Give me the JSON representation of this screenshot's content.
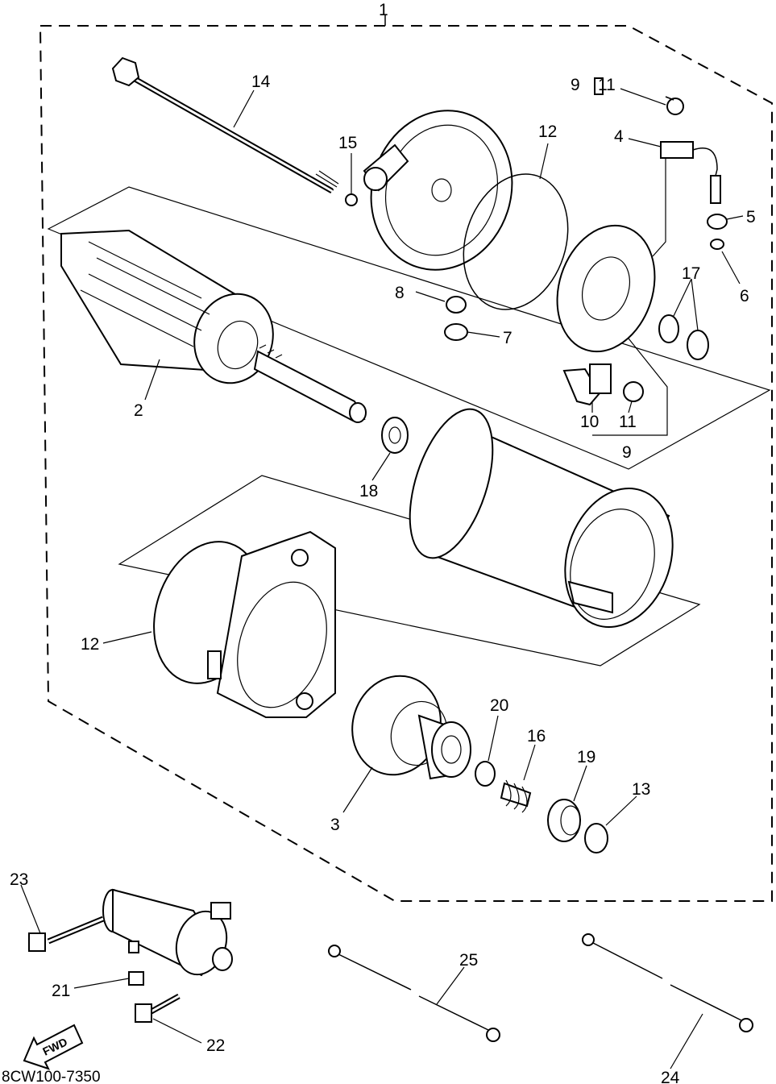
{
  "diagram": {
    "callouts": {
      "c1": "1",
      "c2": "2",
      "c3": "3",
      "c4": "4",
      "c5": "5",
      "c6": "6",
      "c7": "7",
      "c8": "8",
      "c9a": "9",
      "c9b": "9",
      "c10": "10",
      "c11a": "11",
      "c11b": "11",
      "c12a": "12",
      "c12b": "12",
      "c13": "13",
      "c14": "14",
      "c15": "15",
      "c16": "16",
      "c17": "17",
      "c18": "18",
      "c19": "19",
      "c20": "20",
      "c21": "21",
      "c22": "22",
      "c23": "23",
      "c24": "24",
      "c25": "25"
    },
    "fwd_label": "FWD",
    "drawing_code": "8CW100-7350"
  }
}
